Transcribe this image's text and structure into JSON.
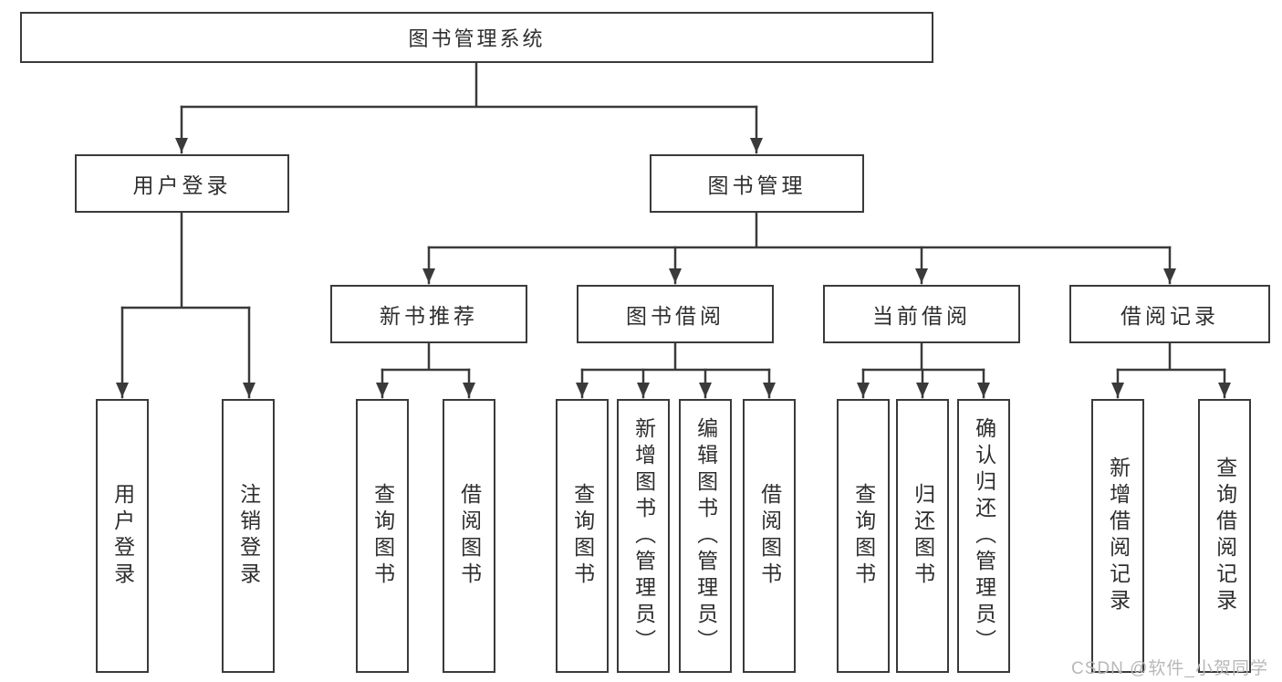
{
  "diagram": {
    "root": {
      "label": "图书管理系统",
      "children": [
        {
          "label": "用户登录",
          "children": [
            {
              "label": "用户登录"
            },
            {
              "label": "注销登录"
            }
          ]
        },
        {
          "label": "图书管理",
          "children": [
            {
              "label": "新书推荐",
              "children": [
                {
                  "label": "查询图书"
                },
                {
                  "label": "借阅图书"
                }
              ]
            },
            {
              "label": "图书借阅",
              "children": [
                {
                  "label": "查询图书"
                },
                {
                  "label": "新增图书（管理员）"
                },
                {
                  "label": "编辑图书（管理员）"
                },
                {
                  "label": "借阅图书"
                }
              ]
            },
            {
              "label": "当前借阅",
              "children": [
                {
                  "label": "查询图书"
                },
                {
                  "label": "归还图书"
                },
                {
                  "label": "确认归还（管理员）"
                }
              ]
            },
            {
              "label": "借阅记录",
              "children": [
                {
                  "label": "新增借阅记录"
                },
                {
                  "label": "查询借阅记录"
                }
              ]
            }
          ]
        }
      ]
    }
  },
  "watermark": {
    "text": "CSDN @软件_小贺同学",
    "color": "#b8b8b8"
  },
  "colors": {
    "line": "#3a3a3a",
    "box_fill": "#ffffff",
    "text": "#2e2e2e",
    "background": "#ffffff"
  }
}
